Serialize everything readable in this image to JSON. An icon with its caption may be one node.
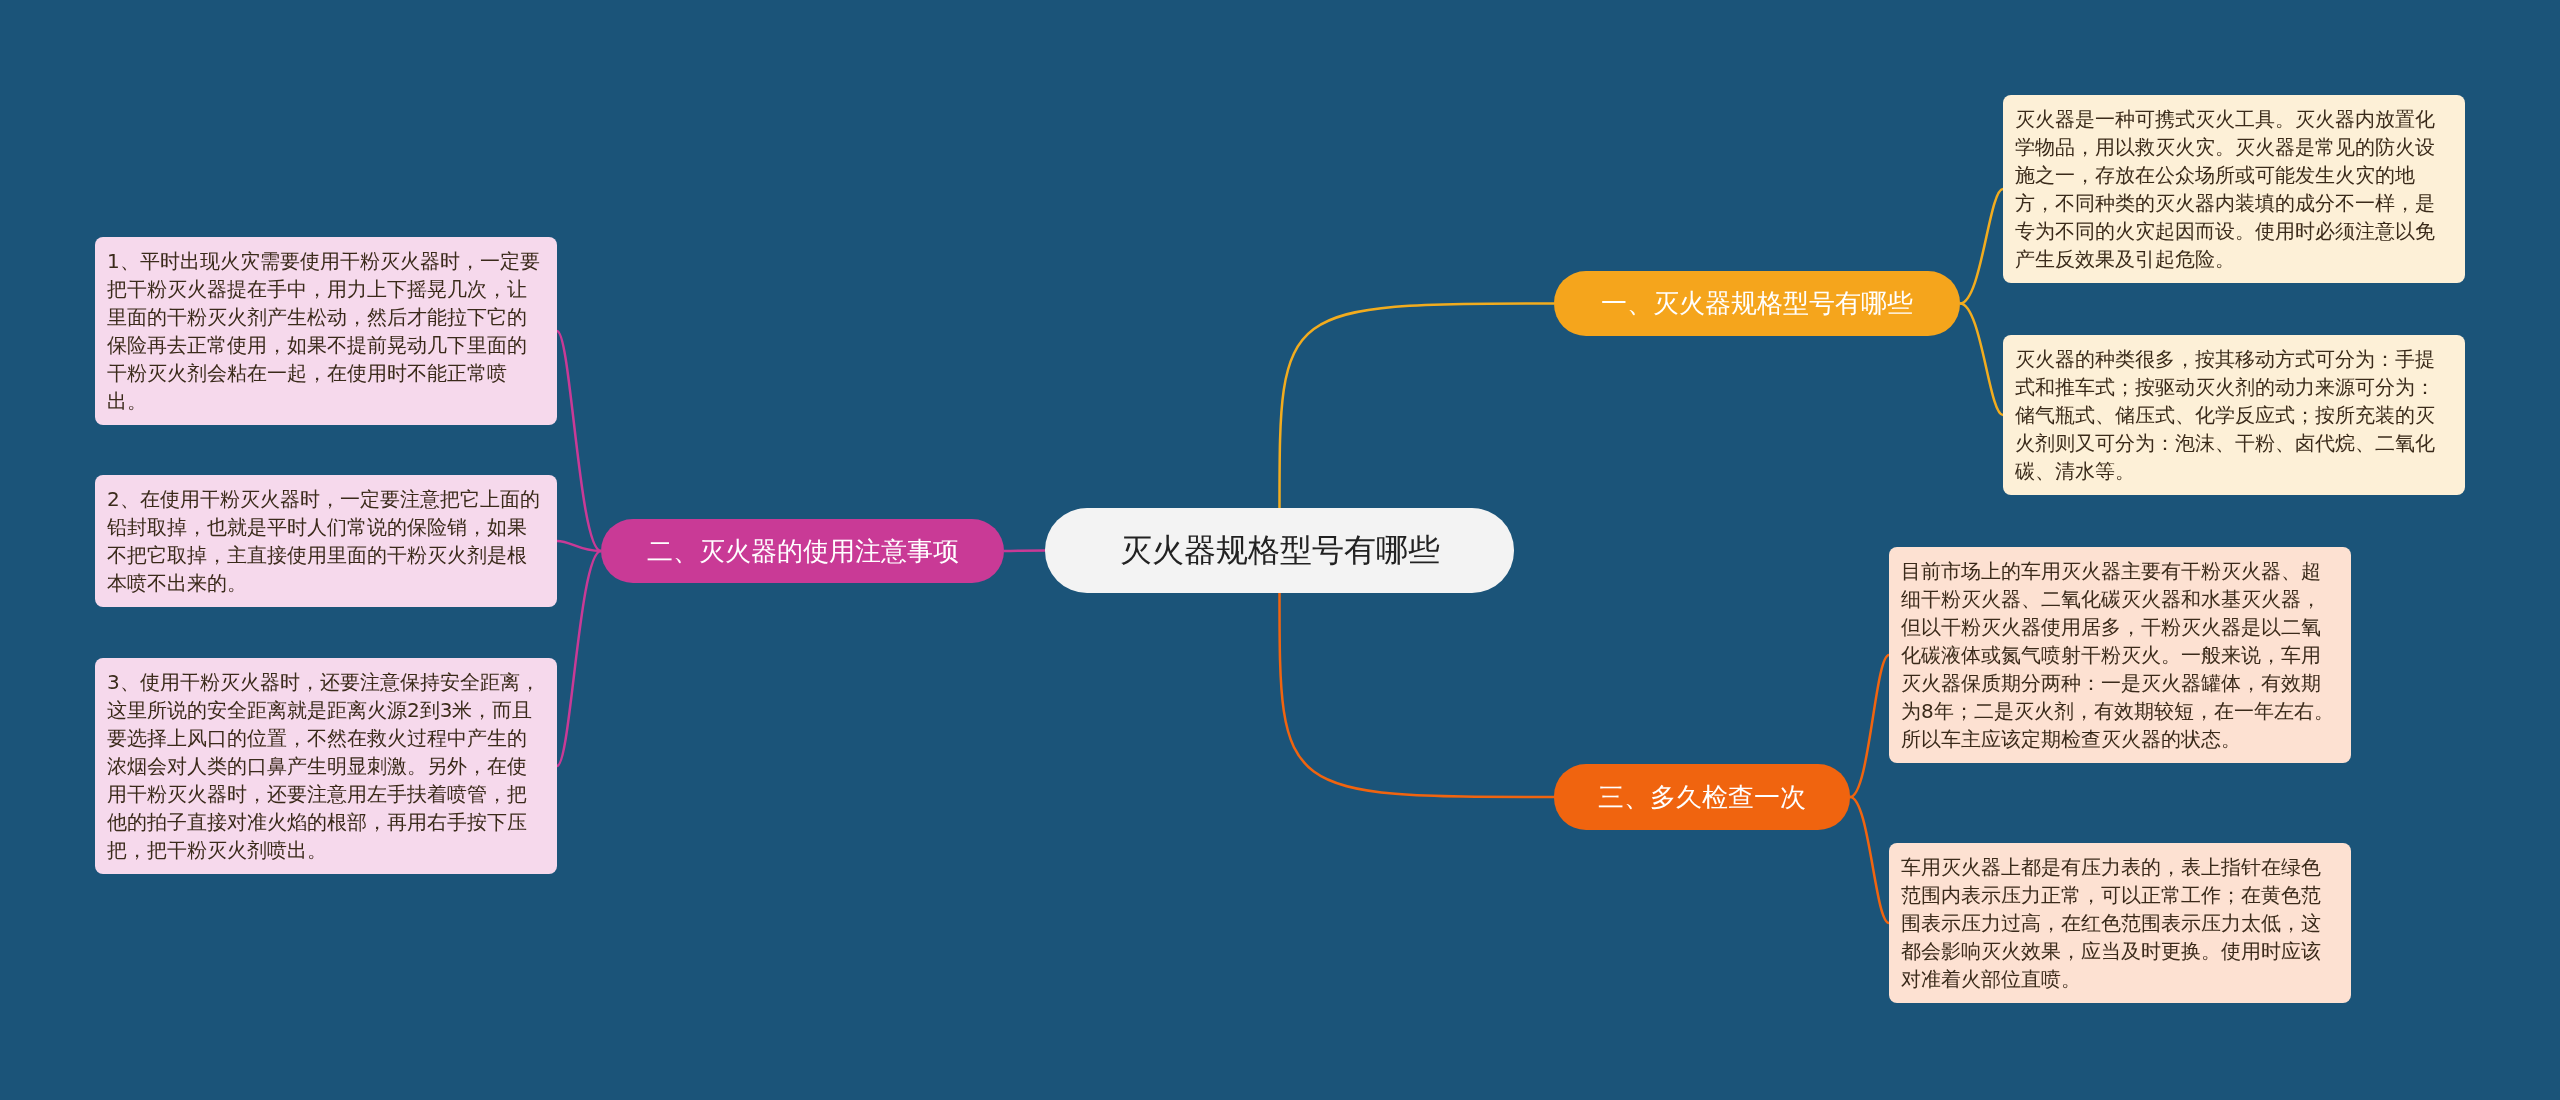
{
  "diagram": {
    "nodes": [
      {
        "text": [
          "灭火器规格型号有哪些"
        ]
      },
      {
        "text": [
          "一、灭火器规格型号有哪些"
        ]
      },
      {
        "text": [
          "灭火器是一种可携式灭火工具。灭火器内放置化学物品，用以救灭火灾。灭火器是常见的防火设施之一，存放在公众场所或可能发生火灾的地方，不同种类的灭火器内装填的成分不一样，是专为不同的火灾起因而设。使用时必须注意以免产生反效果及引起危险。"
        ]
      },
      {
        "text": [
          "灭火器的种类很多，按其移动方式可分为：手提式和推车式；按驱动灭火剂的动力来源可分为：储气瓶式、储压式、化学反应式；按所充装的灭火剂则又可分为：泡沫、干粉、卤代烷、二氧化碳、清水等。"
        ]
      },
      {
        "text": [
          "二、灭火器的使用注意事项"
        ]
      },
      {
        "text": [
          "1、平时出现火灾需要使用干粉灭火器时，一定要把干粉灭火器提在手中，用力上下摇晃几次，让里面的干粉灭火剂产生松动，然后才能拉下它的保险再去正常使用，如果不提前晃动几下里面的干粉灭火剂会粘在一起，在使用时不能正常喷出。"
        ]
      },
      {
        "text": [
          "2、在使用干粉灭火器时，一定要注意把它上面的铅封取掉，也就是平时人们常说的保险销，如果不把它取掉，主直接使用里面的干粉灭火剂是根本喷不出来的。"
        ]
      },
      {
        "text": [
          "3、使用干粉灭火器时，还要注意保持安全距离，这里所说的安全距离就是距离火源2到3米，而且要选择上风口的位置，不然在救火过程中产生的浓烟会对人类的口鼻产生明显刺激。另外，在使用干粉灭火器时，还要注意用左手扶着喷管，把他的拍子直接对准火焰的根部，再用右手按下压把，把干粉灭火剂喷出。"
        ]
      },
      {
        "text": [
          "三、多久检查一次"
        ]
      },
      {
        "text": [
          "目前市场上的车用灭火器主要有干粉灭火器、超细干粉灭火器、二氧化碳灭火器和水基灭火器，但以干粉灭火器使用居多，干粉灭火器是以二氧化碳液体或氮气喷射干粉灭火。一般来说，车用灭火器保质期分两种：一是灭火器罐体，有效期为8年；二是灭火剂，有效期较短，在一年左右。所以车主应该定期检查灭火器的状态。"
        ]
      },
      {
        "text": [
          "车用灭火器上都是有压力表的，表上指针在绿色范围内表示压力正常，可以正常工作；在黄色范围表示压力过高，在红色范围表示压力太低，这都会影响灭火效果，应当及时更换。使用时应该对准着火部位直喷。"
        ]
      }
    ],
    "edges": [
      {
        "from": 0,
        "to": 1,
        "arrow": "none",
        "color": "#f2ac1e"
      },
      {
        "from": 1,
        "to": 2,
        "arrow": "none",
        "color": "#f2ac1e"
      },
      {
        "from": 1,
        "to": 3,
        "arrow": "none",
        "color": "#f2ac1e"
      },
      {
        "from": 0,
        "to": 4,
        "arrow": "none",
        "color": "#c93a96"
      },
      {
        "from": 4,
        "to": 5,
        "arrow": "none",
        "color": "#c93a96"
      },
      {
        "from": 4,
        "to": 6,
        "arrow": "none",
        "color": "#c93a96"
      },
      {
        "from": 4,
        "to": 7,
        "arrow": "none",
        "color": "#c93a96"
      },
      {
        "from": 0,
        "to": 8,
        "arrow": "none",
        "color": "#f0640f"
      },
      {
        "from": 8,
        "to": 9,
        "arrow": "none",
        "color": "#f0640f"
      },
      {
        "from": 8,
        "to": 10,
        "arrow": "none",
        "color": "#f0640f"
      }
    ]
  }
}
